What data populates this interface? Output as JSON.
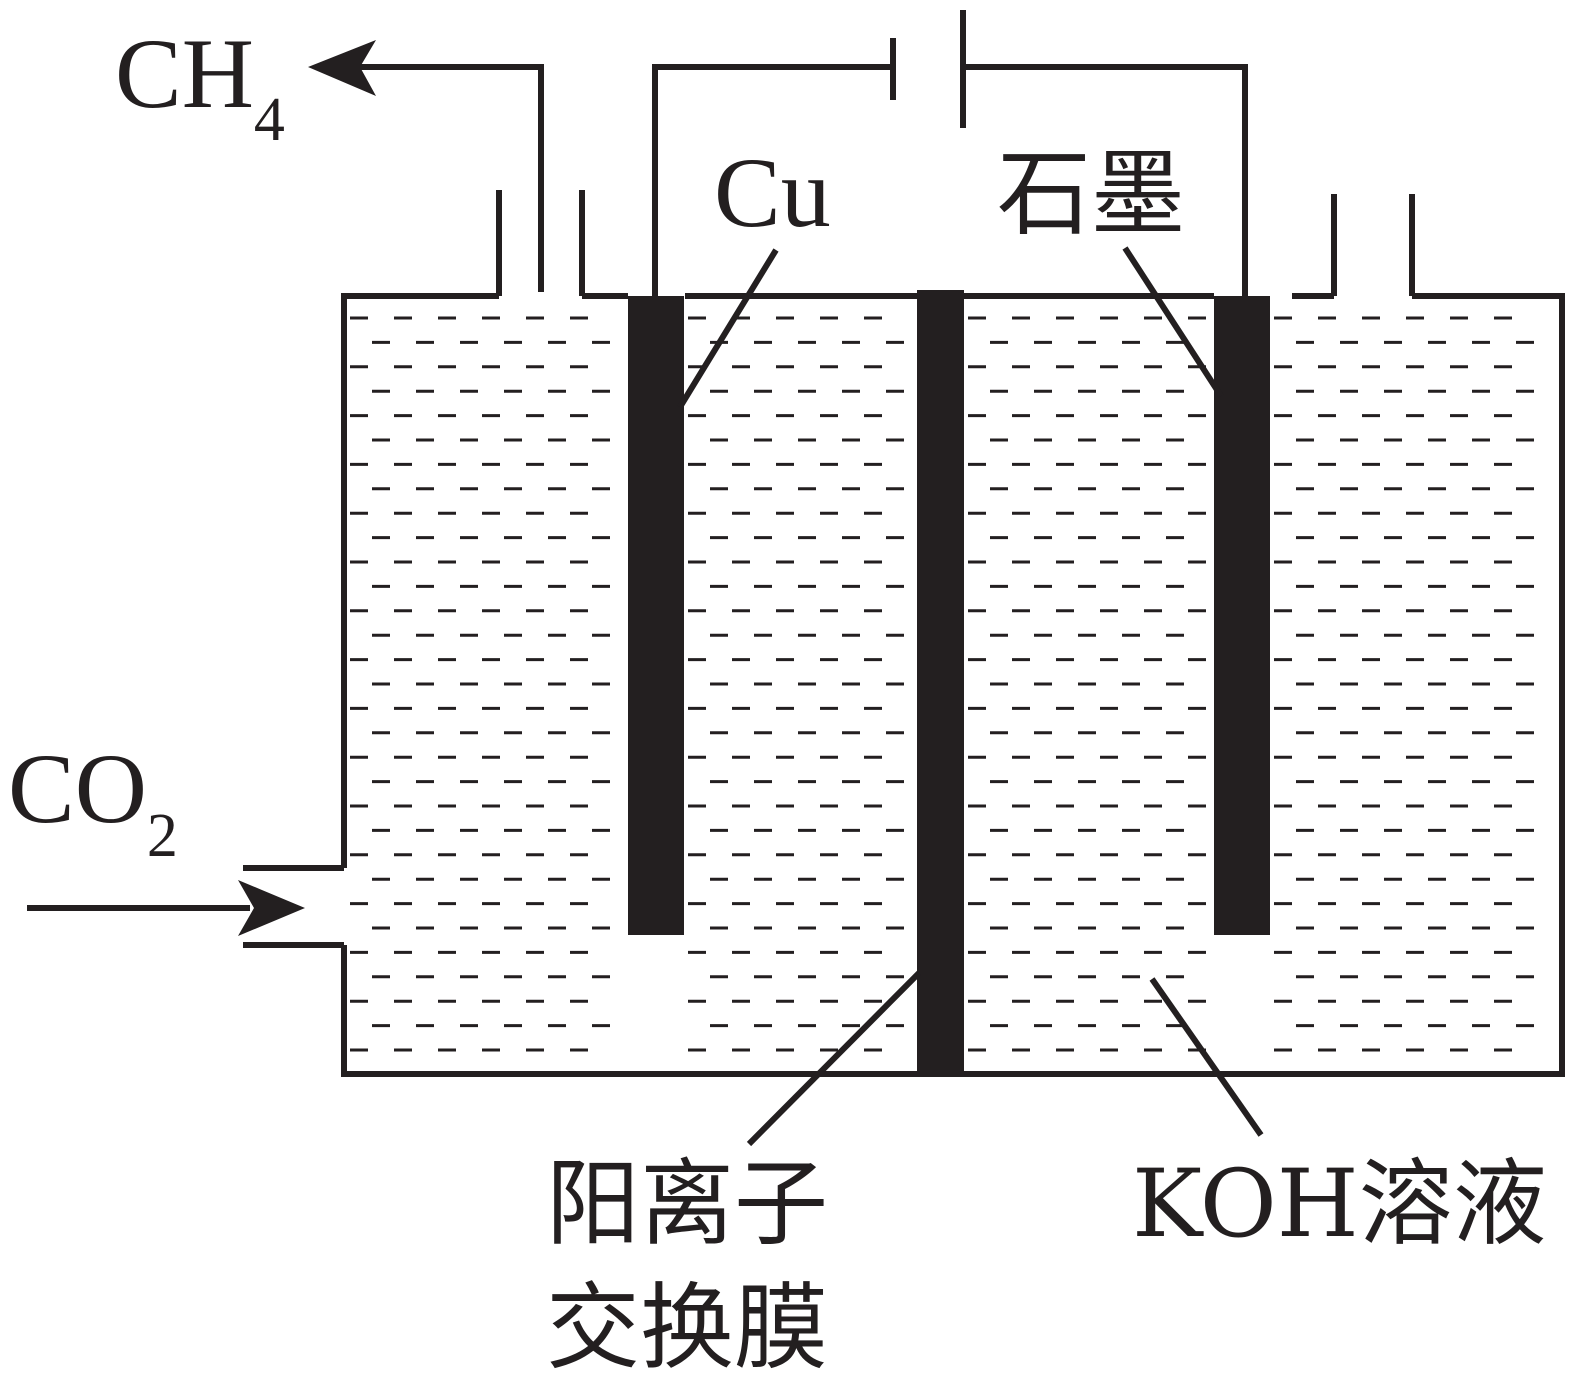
{
  "labels": {
    "ch4_main": "CH",
    "ch4_sub": "4",
    "co2_main": "CO",
    "co2_sub": "2",
    "cu": "Cu",
    "graphite": "石墨",
    "membrane_line1": "阳离子",
    "membrane_line2": "交换膜",
    "koh": "KOH溶液"
  },
  "colors": {
    "ink": "#231f20",
    "background": "#ffffff"
  }
}
